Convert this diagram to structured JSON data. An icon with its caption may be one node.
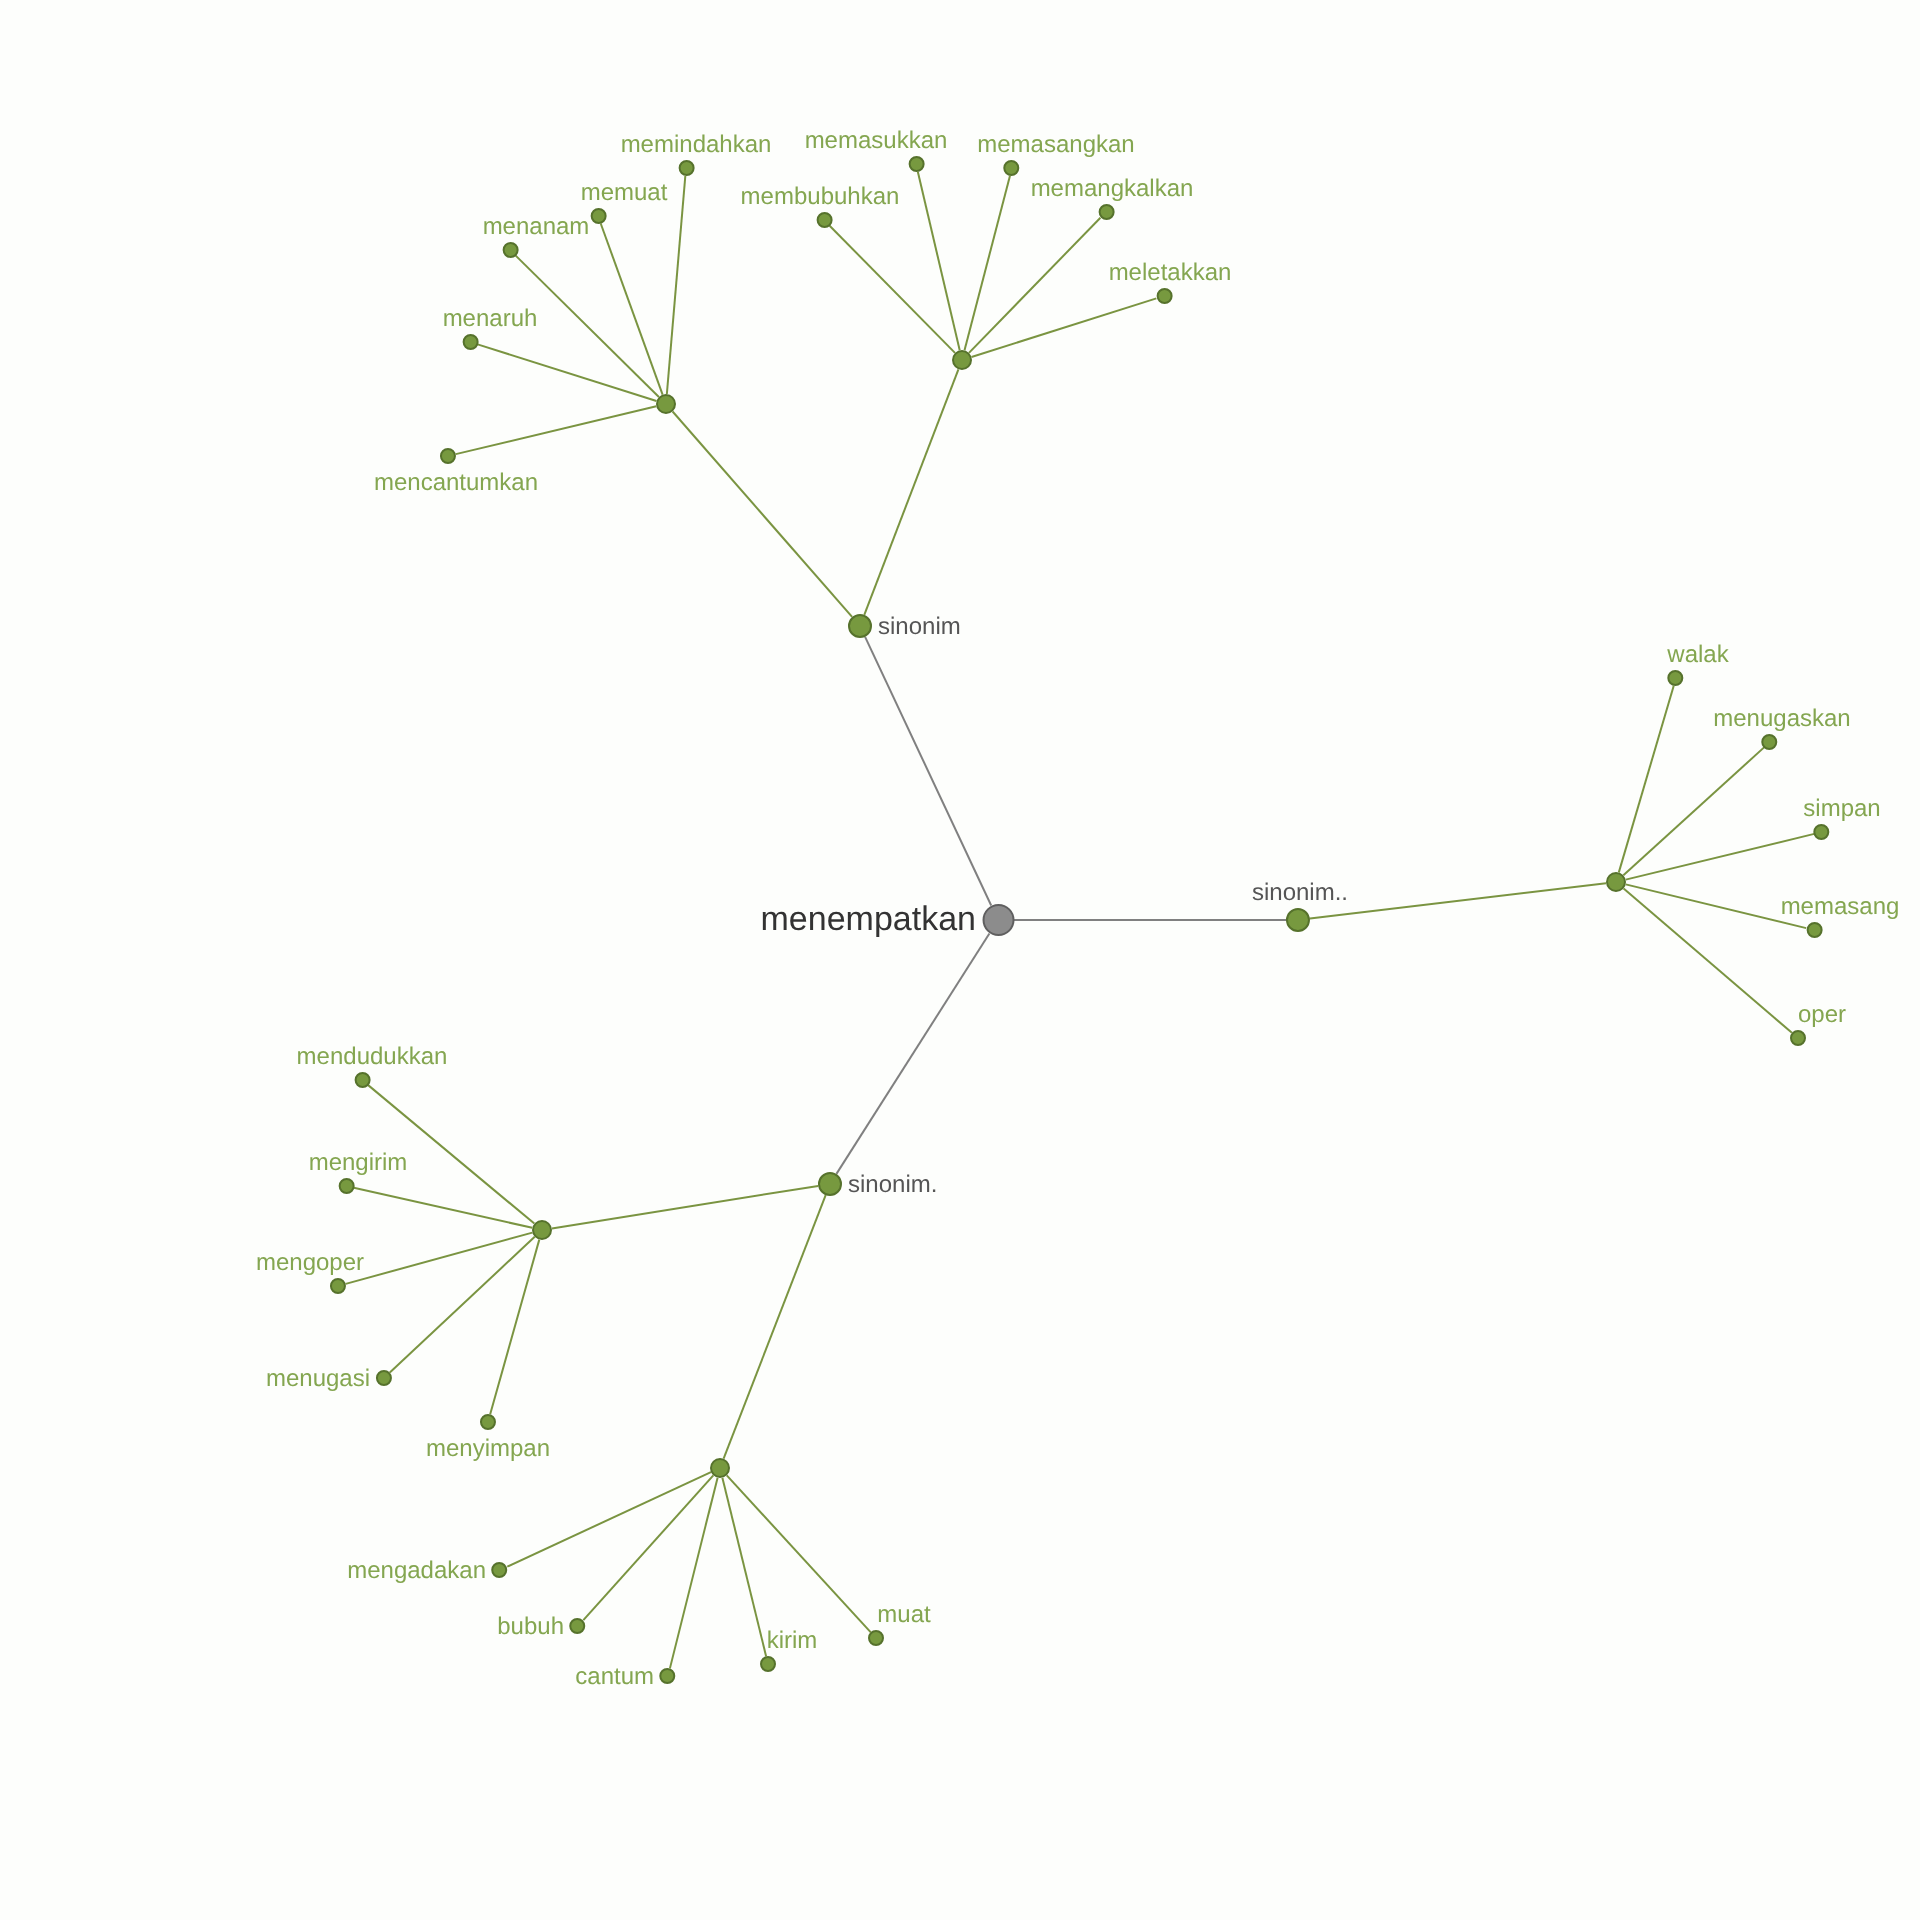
{
  "diagram": {
    "nodes": [
      {
        "text": [
          "menempatkan"
        ]
      },
      {
        "text": [
          "sinonim"
        ]
      },
      {
        "text": [],
        "shape": "circle"
      },
      {
        "text": [
          "memindahkan"
        ]
      },
      {
        "text": [
          "memuat"
        ]
      },
      {
        "text": [
          "menanam"
        ]
      },
      {
        "text": [
          "menaruh"
        ]
      },
      {
        "text": [
          "mencantumkan"
        ]
      },
      {
        "text": [],
        "shape": "circle"
      },
      {
        "text": [
          "membubuhkan"
        ]
      },
      {
        "text": [
          "memasukkan"
        ]
      },
      {
        "text": [
          "memasangkan"
        ]
      },
      {
        "text": [
          "memangkalkan"
        ]
      },
      {
        "text": [
          "meletakkan"
        ]
      },
      {
        "text": [
          "sinonim.."
        ]
      },
      {
        "text": [],
        "shape": "circle"
      },
      {
        "text": [
          "walak"
        ]
      },
      {
        "text": [
          "menugaskan"
        ]
      },
      {
        "text": [
          "simpan"
        ]
      },
      {
        "text": [
          "memasang"
        ]
      },
      {
        "text": [
          "oper"
        ]
      },
      {
        "text": [
          "sinonim."
        ]
      },
      {
        "text": [],
        "shape": "circle"
      },
      {
        "text": [
          "mendudukkan"
        ]
      },
      {
        "text": [
          "mengirim"
        ]
      },
      {
        "text": [
          "mengoper"
        ]
      },
      {
        "text": [
          "menugasi"
        ]
      },
      {
        "text": [
          "menyimpan"
        ]
      },
      {
        "text": [],
        "shape": "circle"
      },
      {
        "text": [
          "mengadakan"
        ]
      },
      {
        "text": [
          "bubuh"
        ]
      },
      {
        "text": [
          "cantum"
        ]
      },
      {
        "text": [
          "kirim"
        ]
      },
      {
        "text": [
          "muat"
        ]
      }
    ],
    "edges": [
      {
        "from": 0,
        "to": 1,
        "arrow": "none",
        "color": "#808080"
      },
      {
        "from": 0,
        "to": 14,
        "arrow": "none",
        "color": "#808080"
      },
      {
        "from": 0,
        "to": 21,
        "arrow": "none",
        "color": "#808080"
      },
      {
        "from": 1,
        "to": 2,
        "arrow": "none"
      },
      {
        "from": 1,
        "to": 8,
        "arrow": "none"
      },
      {
        "from": 2,
        "to": 3,
        "arrow": "none"
      },
      {
        "from": 2,
        "to": 4,
        "arrow": "none"
      },
      {
        "from": 2,
        "to": 5,
        "arrow": "none"
      },
      {
        "from": 2,
        "to": 6,
        "arrow": "none"
      },
      {
        "from": 2,
        "to": 7,
        "arrow": "none"
      },
      {
        "from": 8,
        "to": 9,
        "arrow": "none"
      },
      {
        "from": 8,
        "to": 10,
        "arrow": "none"
      },
      {
        "from": 8,
        "to": 11,
        "arrow": "none"
      },
      {
        "from": 8,
        "to": 12,
        "arrow": "none"
      },
      {
        "from": 8,
        "to": 13,
        "arrow": "none"
      },
      {
        "from": 14,
        "to": 15,
        "arrow": "none"
      },
      {
        "from": 15,
        "to": 16,
        "arrow": "none"
      },
      {
        "from": 15,
        "to": 17,
        "arrow": "none"
      },
      {
        "from": 15,
        "to": 18,
        "arrow": "none"
      },
      {
        "from": 15,
        "to": 19,
        "arrow": "none"
      },
      {
        "from": 15,
        "to": 20,
        "arrow": "none"
      },
      {
        "from": 21,
        "to": 22,
        "arrow": "none"
      },
      {
        "from": 21,
        "to": 28,
        "arrow": "none"
      },
      {
        "from": 22,
        "to": 23,
        "arrow": "none"
      },
      {
        "from": 22,
        "to": 24,
        "arrow": "none"
      },
      {
        "from": 22,
        "to": 25,
        "arrow": "none"
      },
      {
        "from": 22,
        "to": 26,
        "arrow": "none"
      },
      {
        "from": 22,
        "to": 27,
        "arrow": "none"
      },
      {
        "from": 28,
        "to": 29,
        "arrow": "none"
      },
      {
        "from": 28,
        "to": 30,
        "arrow": "none"
      },
      {
        "from": 28,
        "to": 31,
        "arrow": "none"
      },
      {
        "from": 28,
        "to": 32,
        "arrow": "none"
      },
      {
        "from": 28,
        "to": 33,
        "arrow": "none"
      }
    ]
  }
}
